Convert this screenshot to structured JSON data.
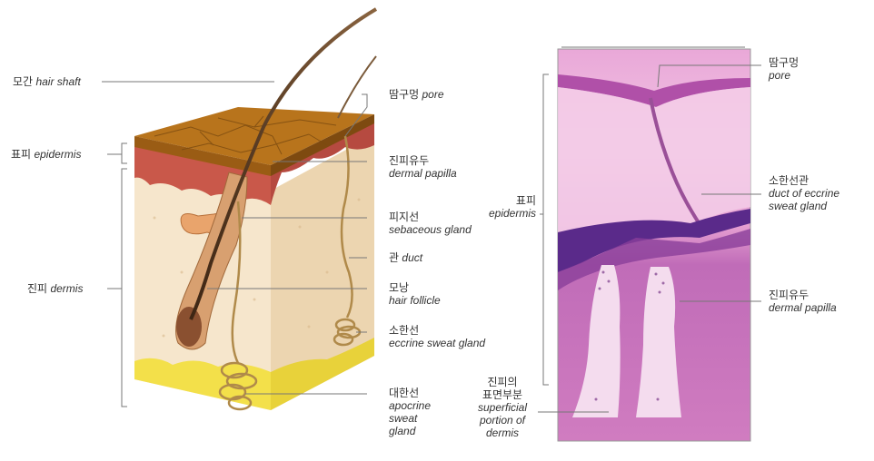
{
  "left_labels": {
    "hair_shaft": {
      "ko": "모간",
      "en": "hair shaft"
    },
    "epidermis": {
      "ko": "표피",
      "en": "epidermis"
    },
    "dermis": {
      "ko": "진피",
      "en": "dermis"
    },
    "pore": {
      "ko": "땀구멍",
      "en": "pore"
    },
    "dermal_papilla": {
      "ko": "진피유두",
      "en": "dermal papilla"
    },
    "sebaceous_gland": {
      "ko": "피지선",
      "en": "sebaceous gland"
    },
    "duct": {
      "ko": "관",
      "en": "duct"
    },
    "hair_follicle": {
      "ko": "모낭",
      "en": "hair follicle"
    },
    "eccrine_sweat_gland": {
      "ko": "소한선",
      "en": "eccrine sweat gland"
    },
    "apocrine_sweat_gland": {
      "ko": "대한선",
      "en_lines": [
        "apocrine",
        "sweat",
        "gland"
      ]
    }
  },
  "right_labels": {
    "pore": {
      "ko": "땀구멍",
      "en": "pore"
    },
    "eccrine_duct": {
      "ko": "소한선관",
      "en_lines": [
        "duct of eccrine",
        "sweat gland"
      ]
    },
    "epidermis": {
      "ko": "표피",
      "en": "epidermis"
    },
    "dermal_papilla": {
      "ko": "진피유두",
      "en": "dermal papilla"
    },
    "superficial_dermis": {
      "ko_lines": [
        "진피의",
        "표면부분"
      ],
      "en_lines": [
        "superficial",
        "portion of",
        "dermis"
      ]
    }
  },
  "colors": {
    "epidermis_top": "#b8741c",
    "epidermis_red": "#c9584a",
    "dermis": "#f4e4c8",
    "fat": "#f2e24a",
    "hair": "#5a3a22",
    "histo_pink": "#d98bc2",
    "histo_purple": "#5a2a8a",
    "leader_line": "#777777"
  }
}
